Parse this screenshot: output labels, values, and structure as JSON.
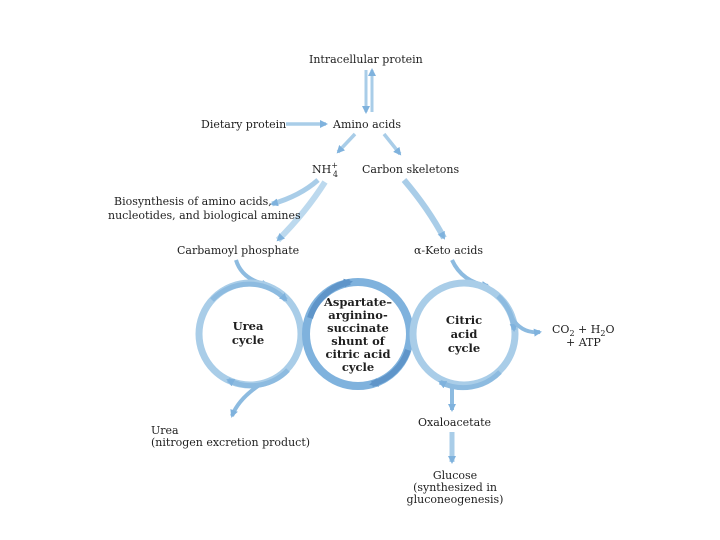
{
  "diagram": {
    "nodes": {
      "intracellular_protein": "Intracellular protein",
      "dietary_protein": "Dietary protein",
      "amino_acids": "Amino acids",
      "nh4_base": "NH",
      "nh4_sup": "+",
      "nh4_sub": "4",
      "carbon_skeletons": "Carbon skeletons",
      "biosynthesis": [
        "Biosynthesis of amino acids,",
        "nucleotides, and biological amines"
      ],
      "carbamoyl_phosphate": "Carbamoyl phosphate",
      "keto_acids": "α-Keto acids",
      "urea_cycle": [
        "Urea",
        "cycle"
      ],
      "shunt": [
        "Aspartate–",
        "arginino-",
        "succinate",
        "shunt of",
        "citric acid",
        "cycle"
      ],
      "citric_acid_cycle": [
        "Citric",
        "acid",
        "cycle"
      ],
      "co2_line1_a": "CO",
      "co2_sub": "2",
      "co2_line1_b": " + H",
      "h2o_sub": "2",
      "co2_line1_c": "O",
      "co2_line2": "+ ATP",
      "oxaloacetate": "Oxaloacetate",
      "urea": [
        "Urea",
        "(nitrogen excretion product)"
      ],
      "glucose": [
        "Glucose",
        "(synthesized in",
        "gluconeogenesis)"
      ]
    },
    "colors": {
      "arrow_light": "#a9cde8",
      "arrow_mid": "#8dbbe0",
      "arrow_dark": "#6fa3d4",
      "text": "#1f1f1f"
    }
  }
}
